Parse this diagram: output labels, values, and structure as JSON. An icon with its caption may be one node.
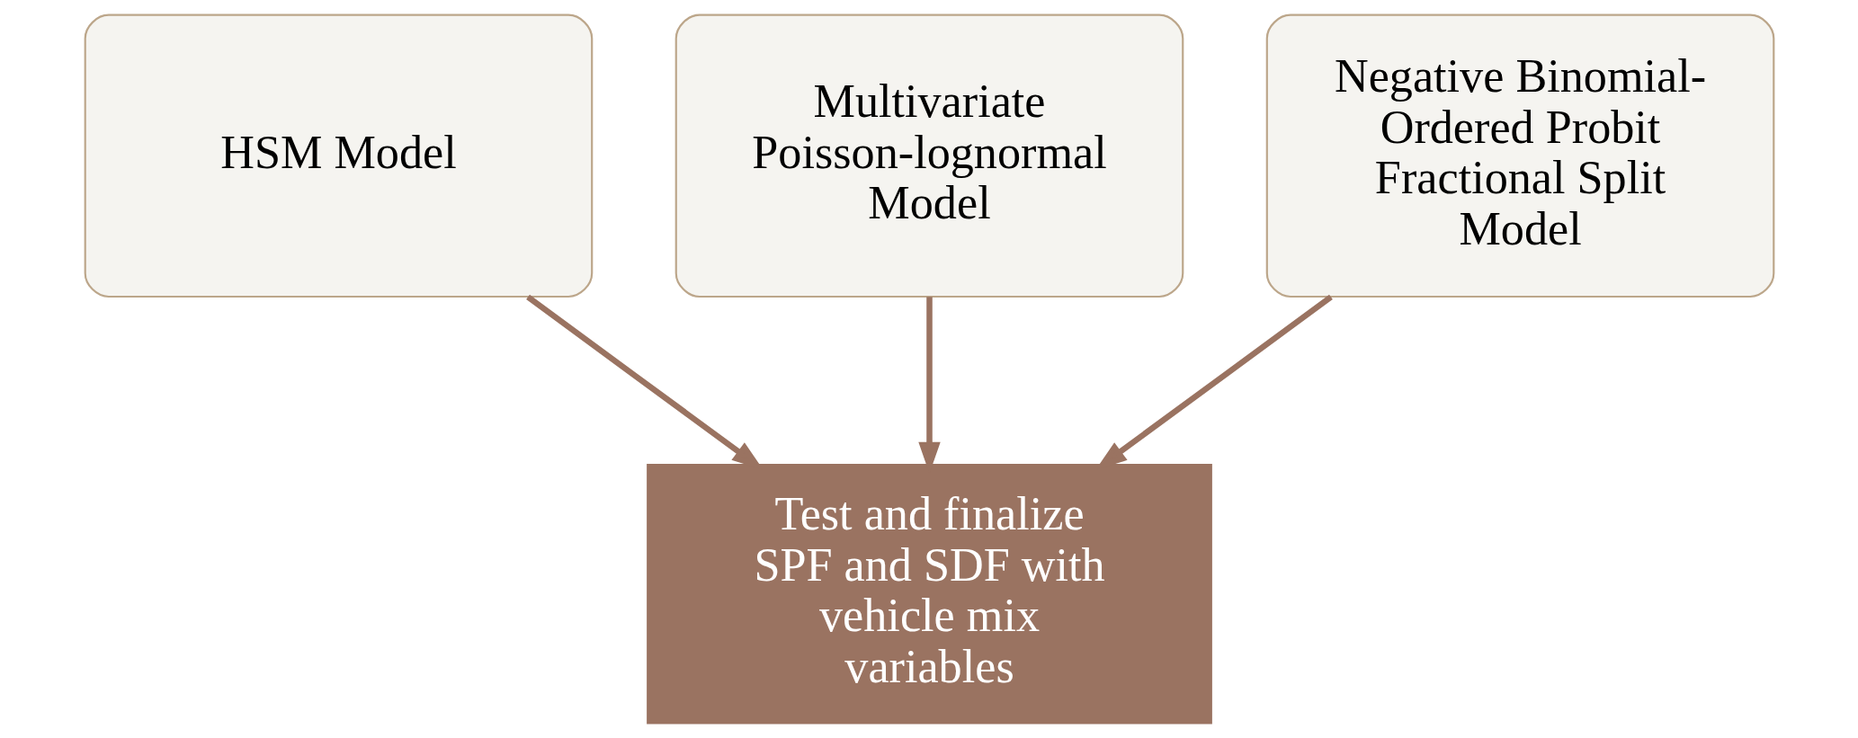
{
  "diagram": {
    "nodes": [
      {
        "text": [
          "HSM Model"
        ]
      },
      {
        "text": [
          "Multivariate Poisson-lognormal Model"
        ]
      },
      {
        "text": [
          "Negative Binomial-Ordered Probit Fractional Split Model"
        ]
      },
      {
        "text": [
          "Test and finalize SPF and SDF with vehicle mix variables"
        ]
      }
    ],
    "edges": [
      {
        "from": 0,
        "to": 3,
        "arrow": "to"
      },
      {
        "from": 1,
        "to": 3,
        "arrow": "to"
      },
      {
        "from": 2,
        "to": 3,
        "arrow": "to"
      }
    ]
  }
}
